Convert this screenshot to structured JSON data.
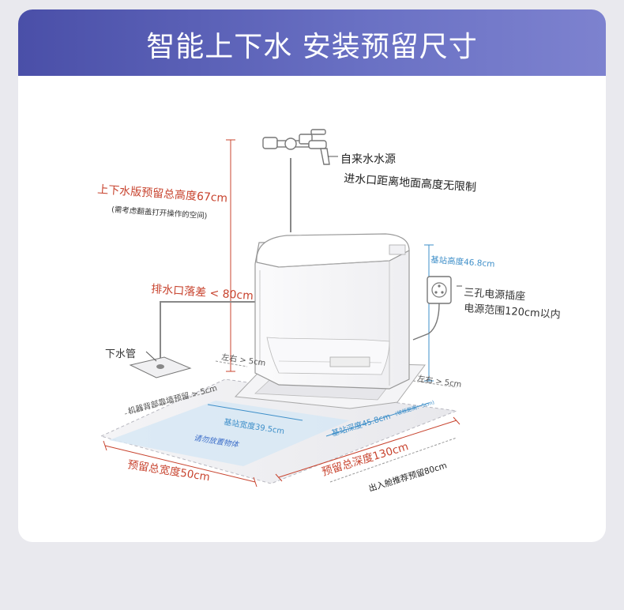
{
  "title": "智能上下水 安装预留尺寸",
  "labels": {
    "water_source": "自来水水源",
    "inlet_height": "进水口距离地面高度无限制",
    "reserved_height": "上下水版预留总高度67cm",
    "reserved_height_note": "(需考虑翻盖打开操作的空间)",
    "drain_drop": "排水口落差 < 80cm",
    "drain_pipe": "下水管",
    "station_height": "基站高度46.8cm",
    "socket": "三孔电源插座",
    "socket_range": "电源范围120cm以内",
    "left_clear": "左右 > 5cm",
    "right_clear": "左右 > 5cm",
    "back_clear": "机器背部靠墙预留 > 5cm",
    "station_width": "基站宽度39.5cm",
    "station_depth": "基站深度45.8cm",
    "station_depth_note": "(坡板距离：5cm)",
    "stand_area": "请勿放置物体",
    "reserved_width": "预留总宽度50cm",
    "reserved_depth": "预留总深度130cm",
    "exit_reserve": "出入舱推荐预留80cm"
  },
  "colors": {
    "accent_red": "#c8442f",
    "accent_blue": "#3e8fc9",
    "line_gray": "#8a8a8a",
    "text_dark": "#222222"
  }
}
